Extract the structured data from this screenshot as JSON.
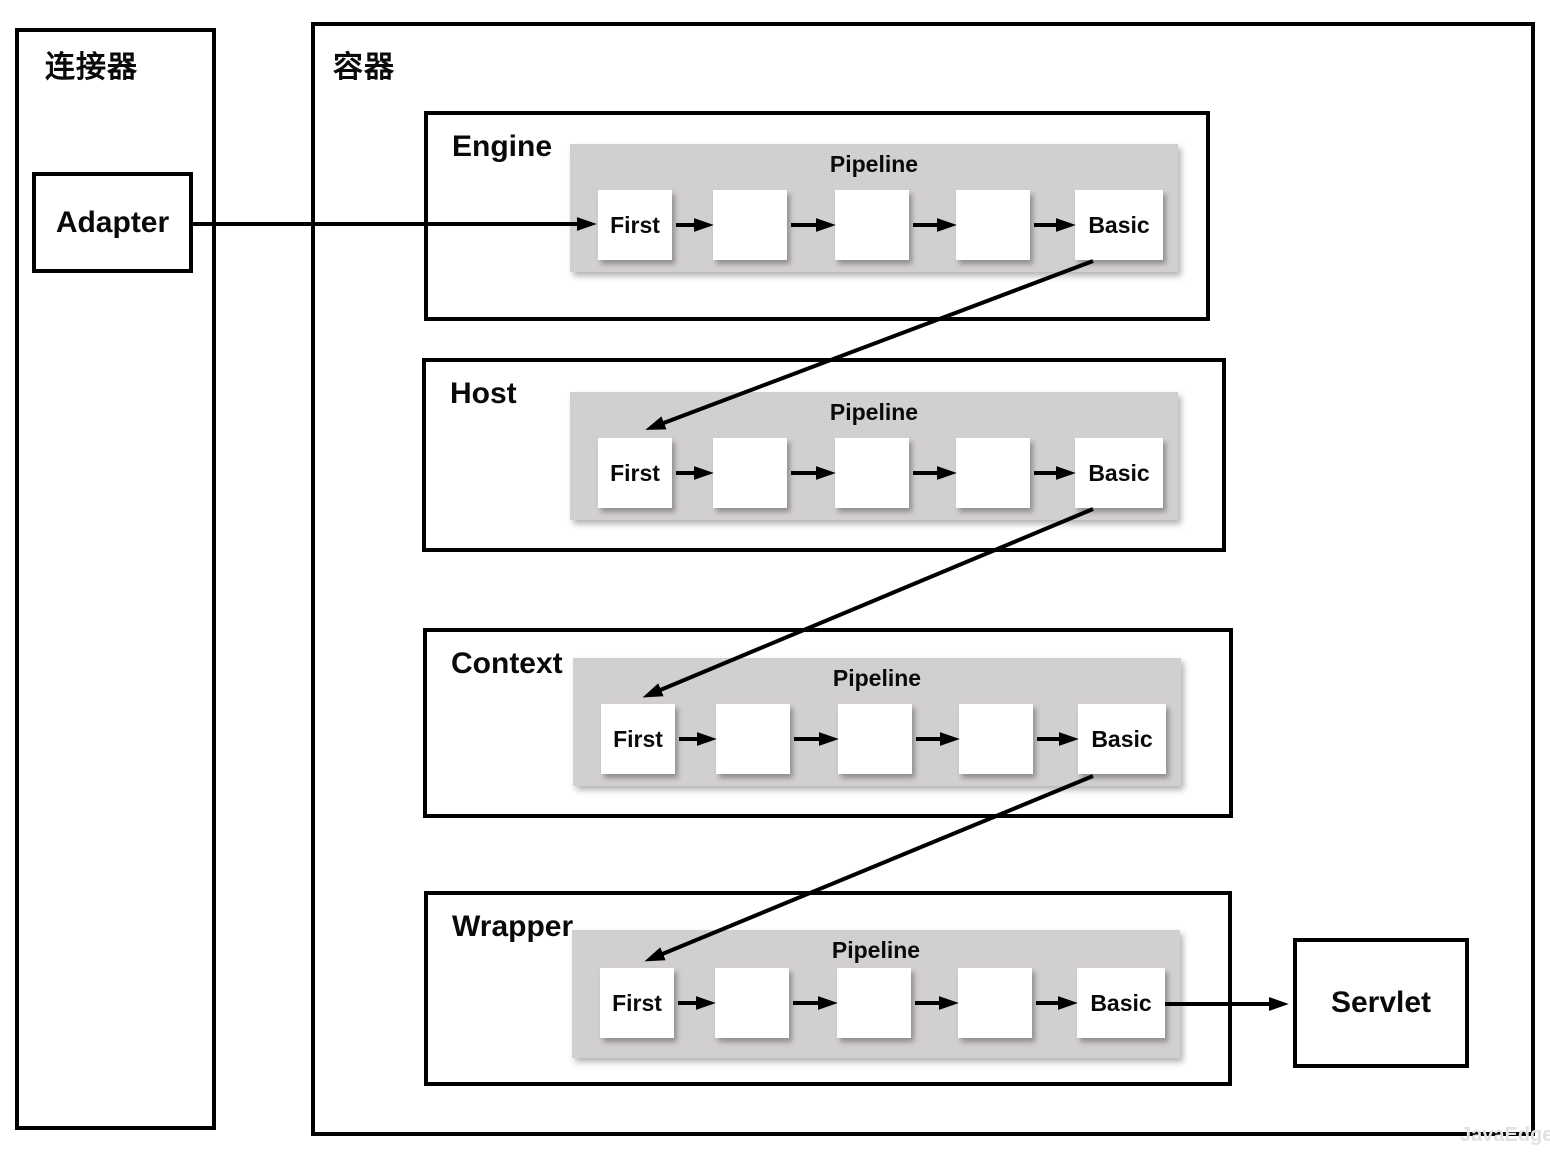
{
  "connector": {
    "title": "连接器",
    "adapter_label": "Adapter"
  },
  "container": {
    "title": "容器",
    "sections": [
      {
        "label": "Engine",
        "pipeline": {
          "title": "Pipeline",
          "boxes": [
            "First",
            "",
            "",
            "",
            "Basic"
          ]
        }
      },
      {
        "label": "Host",
        "pipeline": {
          "title": "Pipeline",
          "boxes": [
            "First",
            "",
            "",
            "",
            "Basic"
          ]
        }
      },
      {
        "label": "Context",
        "pipeline": {
          "title": "Pipeline",
          "boxes": [
            "First",
            "",
            "",
            "",
            "Basic"
          ]
        }
      },
      {
        "label": "Wrapper",
        "pipeline": {
          "title": "Pipeline",
          "boxes": [
            "First",
            "",
            "",
            "",
            "Basic"
          ]
        }
      }
    ]
  },
  "servlet_label": "Servlet",
  "watermark": "JavaEdge",
  "colors": {
    "pipeline_fill": "#d2cfcf",
    "line": "#000000",
    "watermark": "#e2e0e0"
  }
}
